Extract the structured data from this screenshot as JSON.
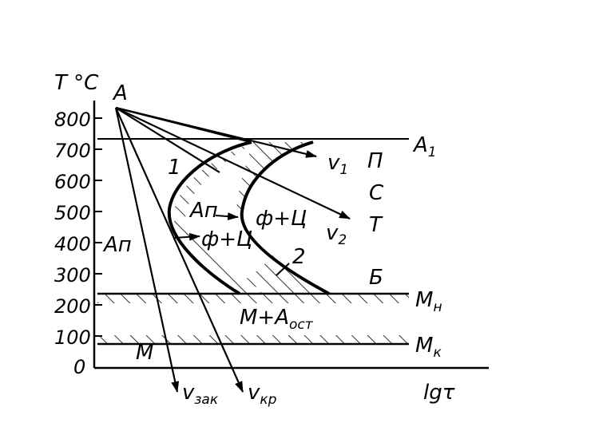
{
  "axes": {
    "y_title": "T °C",
    "x_title": "lgτ",
    "y_ticks": [
      "800",
      "700",
      "600",
      "500",
      "400",
      "300",
      "200",
      "100",
      "0"
    ]
  },
  "lines": {
    "a1": {
      "main": "A",
      "sub": "1"
    },
    "mn": {
      "main": "M",
      "sub": "н"
    },
    "mk": {
      "main": "M",
      "sub": "к"
    }
  },
  "points": {
    "a_start": "A",
    "curve1": "1",
    "curve2": "2"
  },
  "regions": {
    "left_austenite": "Aп",
    "inner_austenite": "Aп",
    "fc_upper": "ф+Ц",
    "fc_lower": "ф+Ц",
    "mart_aust": "M+A",
    "mart_aust_sub": "ост",
    "martensite": "M"
  },
  "structures": [
    "П",
    "С",
    "Т",
    "Б"
  ],
  "velocities": {
    "v1": {
      "main": "v",
      "sub": "1"
    },
    "v2": {
      "main": "v",
      "sub": "2"
    },
    "vzak": {
      "main": "v",
      "sub": "зак"
    },
    "vkr": {
      "main": "v",
      "sub": "кр"
    }
  }
}
